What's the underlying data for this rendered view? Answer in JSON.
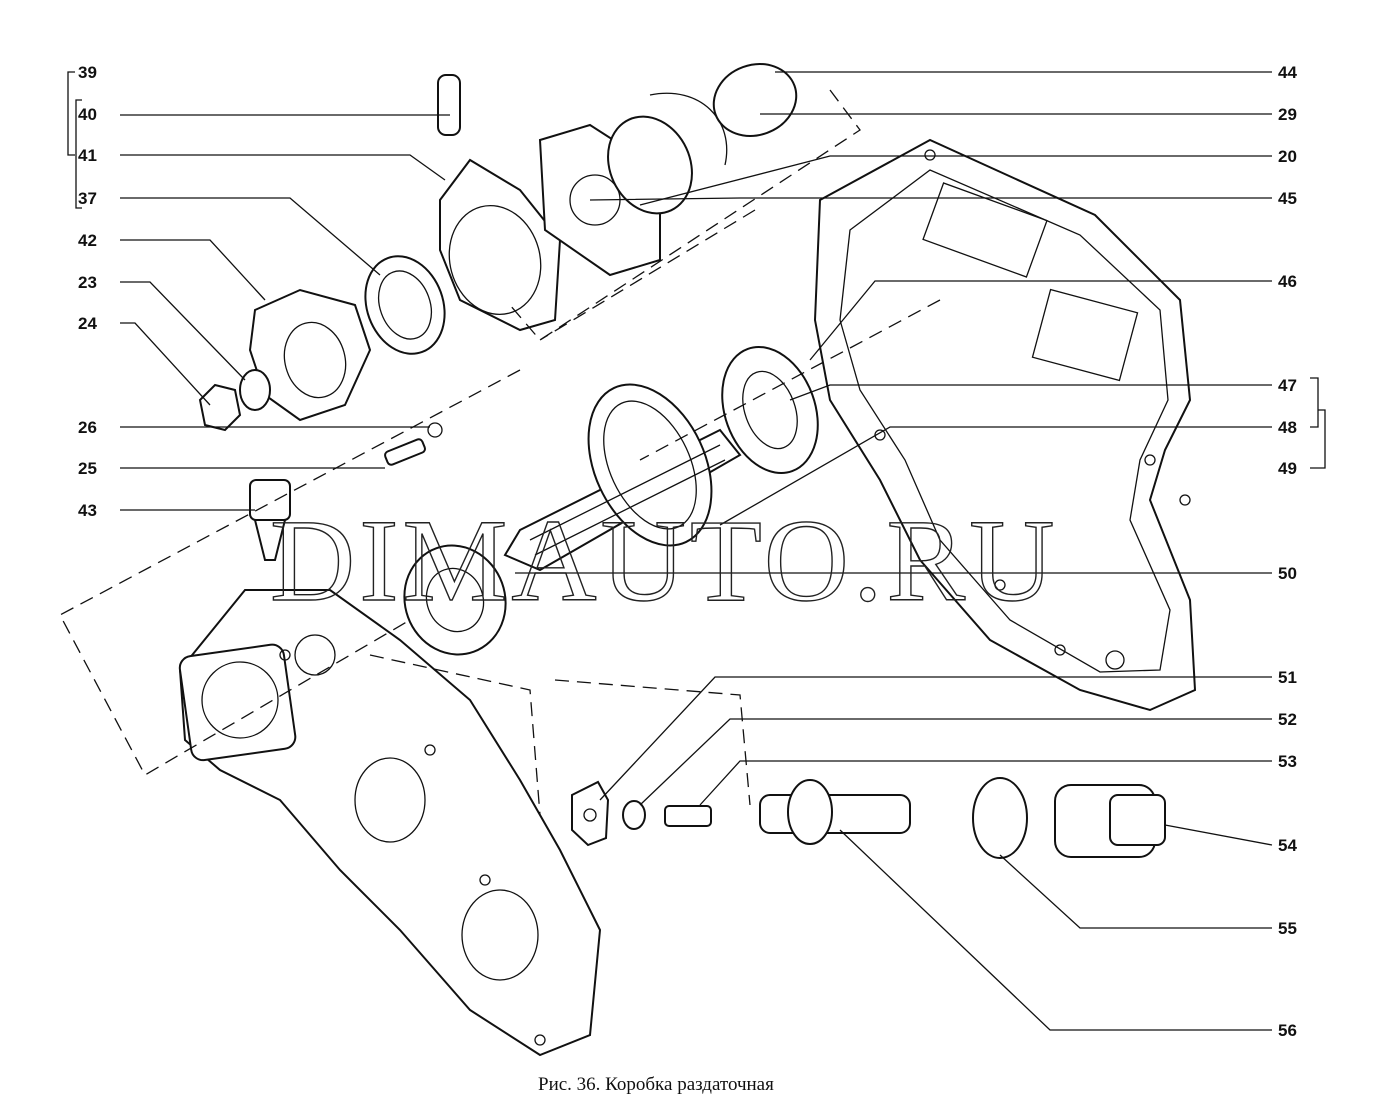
{
  "caption": "Рис. 36. Коробка раздаточная",
  "watermark": "DIMAUTO.RU",
  "callouts_left": [
    "39",
    "40",
    "41",
    "37",
    "42",
    "23",
    "24",
    "26",
    "25",
    "43"
  ],
  "callouts_right": [
    "44",
    "29",
    "20",
    "45",
    "46",
    "47",
    "48",
    "49",
    "50",
    "51",
    "52",
    "53",
    "54",
    "55",
    "56"
  ],
  "colors": {
    "ink": "#111111",
    "paper": "#ffffff"
  }
}
